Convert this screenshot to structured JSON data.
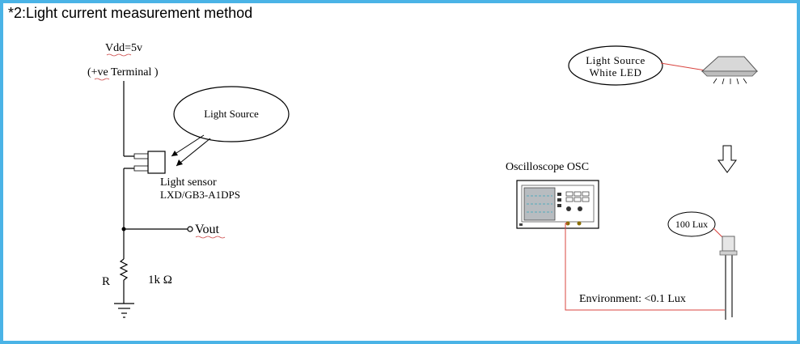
{
  "title": "*2:Light current measurement method",
  "circuit": {
    "vdd_label": "Vdd=5v",
    "terminal_label": "(+ve Terminal )",
    "light_source_label": "Light Source",
    "sensor_name": "Light sensor",
    "sensor_part": "LXD/GB3-A1DPS",
    "vout_label": "Vout",
    "resistor_label": "R",
    "resistor_value": "1k Ω"
  },
  "setup": {
    "led_label_line1": "Light Source",
    "led_label_line2": "White LED",
    "osc_label": "Oscilloscope OSC",
    "lux_label": "100 Lux",
    "environment_label": "Environment: <0.1 Lux"
  },
  "colors": {
    "border": "#4ab3e6",
    "red_wire": "#d9443f",
    "screen_bg": "#b8bcc0"
  }
}
